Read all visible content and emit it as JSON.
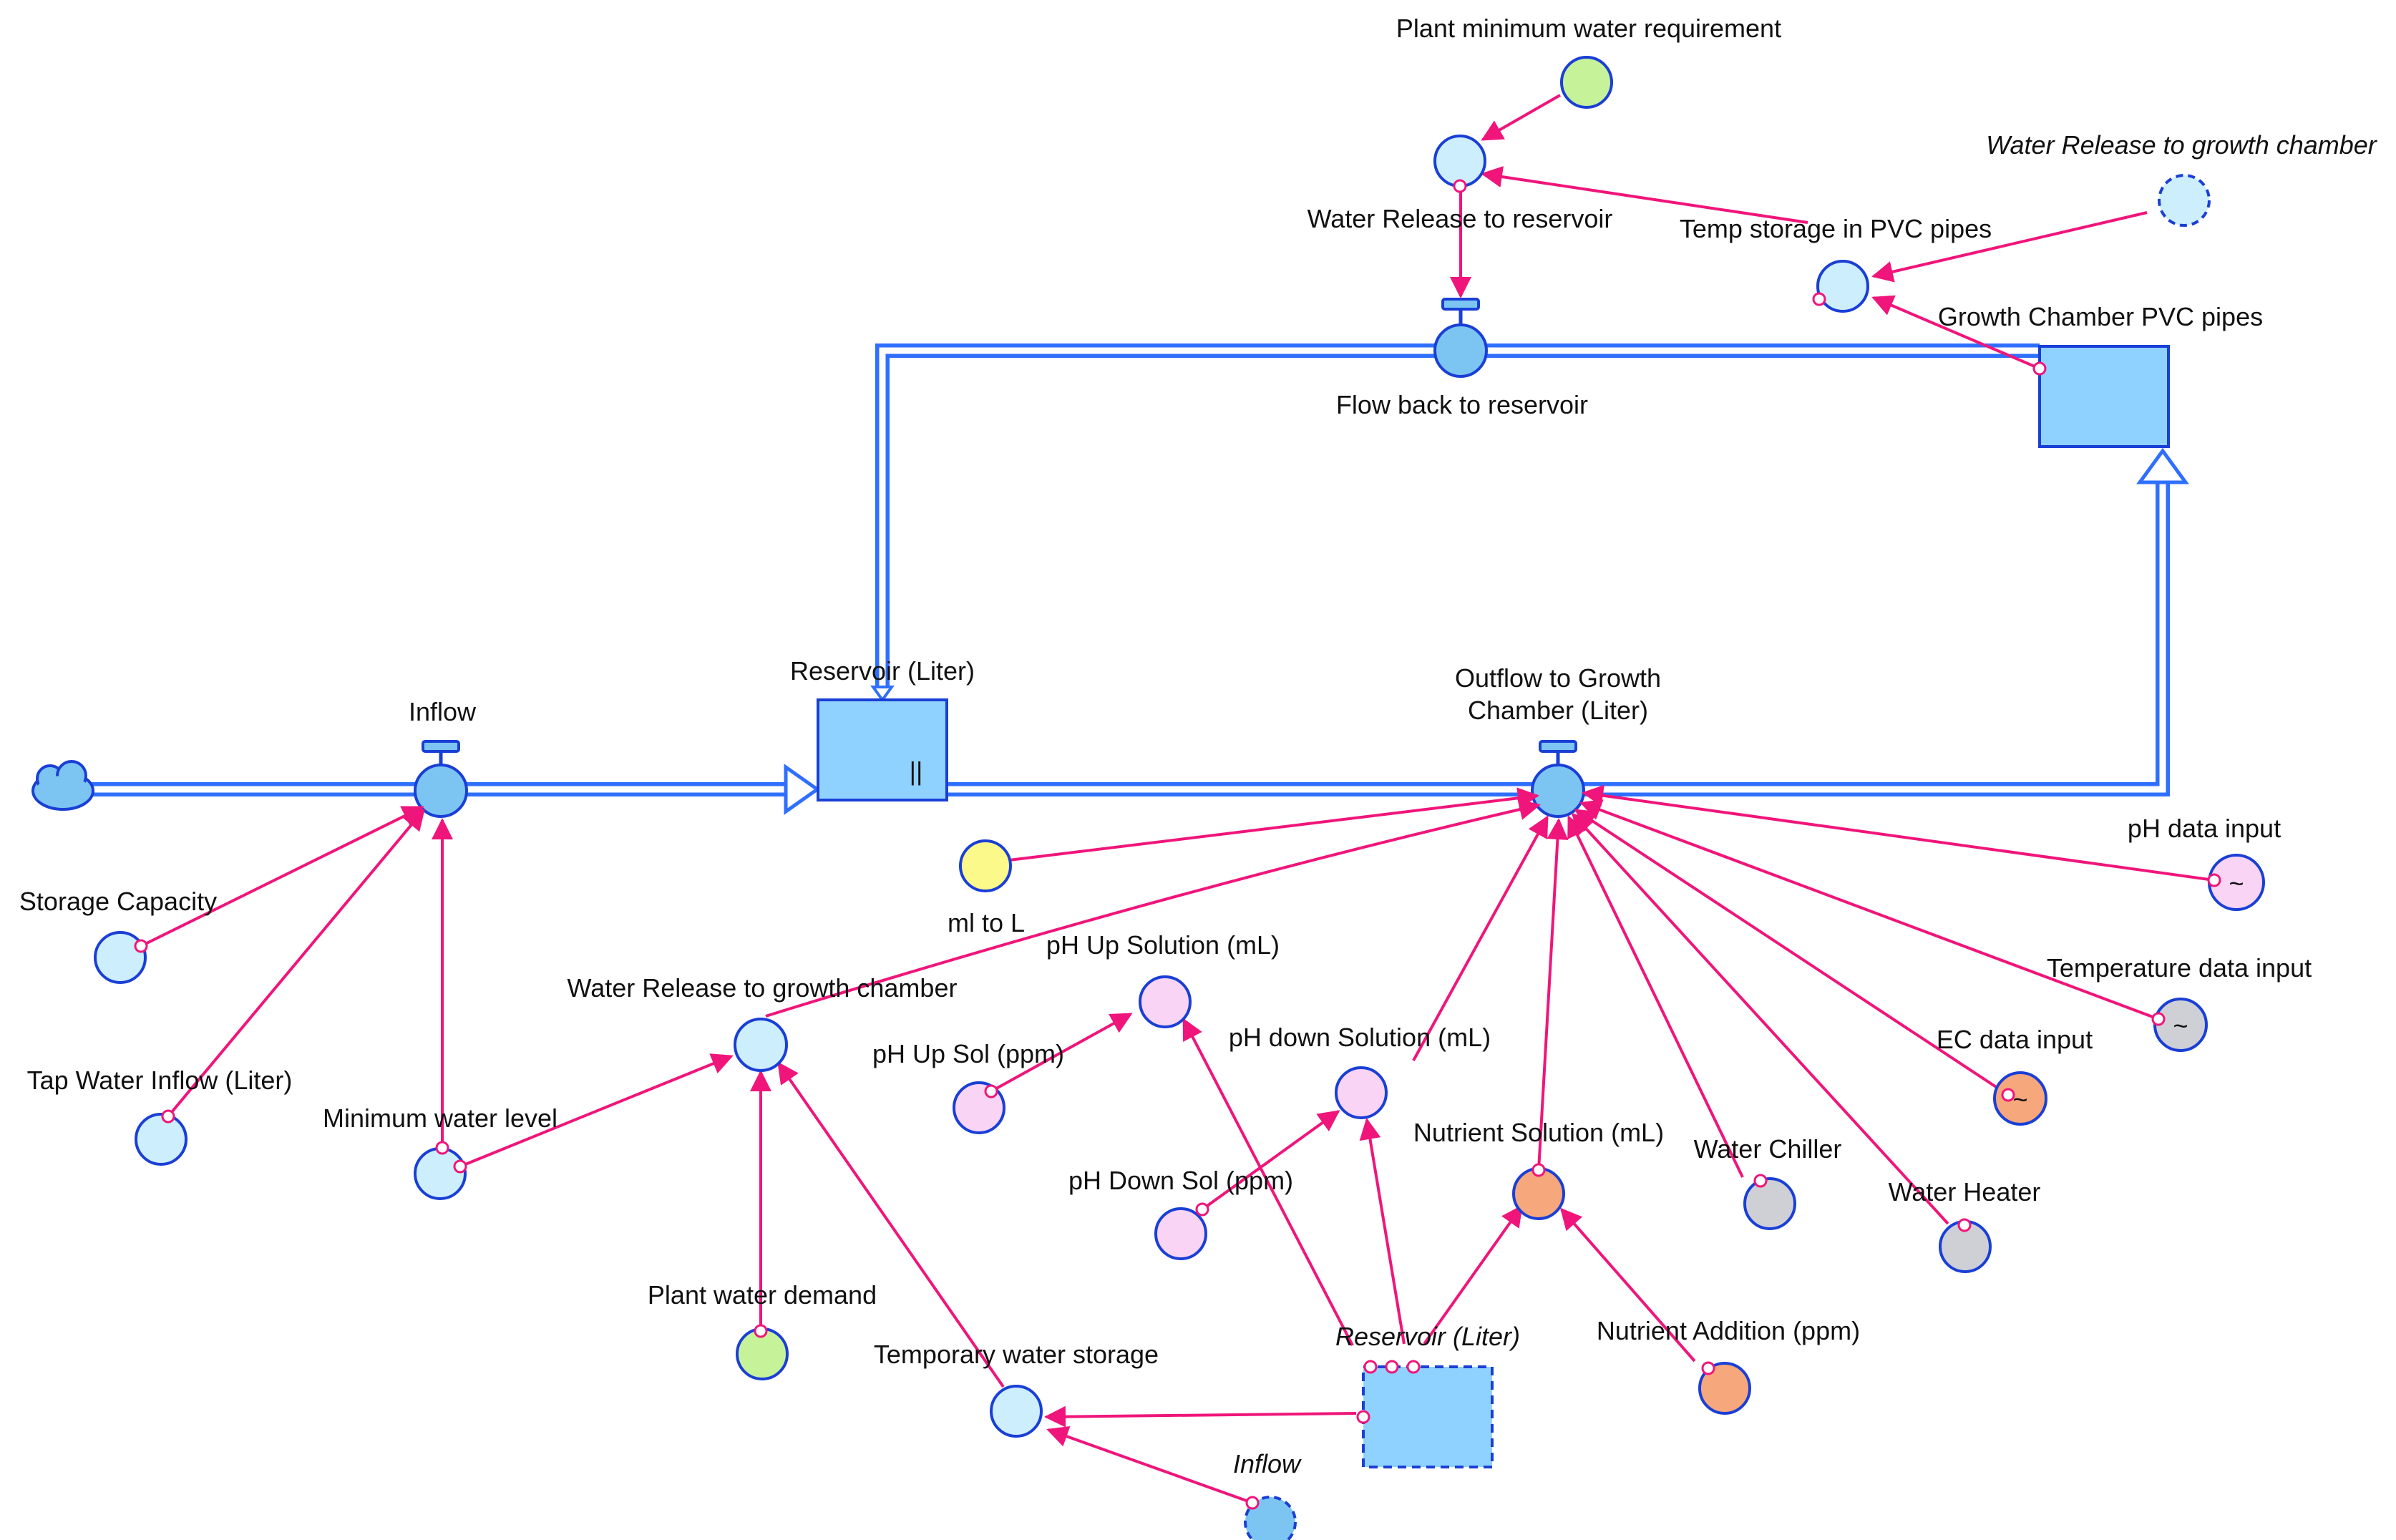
{
  "labels": {
    "plant_min_req": "Plant minimum water requirement",
    "water_release_gc_ghost": "Water Release to growth chamber",
    "water_release_reservoir": "Water Release to reservoir",
    "temp_storage_pvc": "Temp storage in PVC pipes",
    "growth_chamber_pvc": "Growth Chamber PVC pipes",
    "flow_back": "Flow back to reservoir",
    "reservoir": "Reservoir (Liter)",
    "outflow_line1": "Outflow to Growth",
    "outflow_line2": "Chamber (Liter)",
    "inflow": "Inflow",
    "ph_data": "pH data input",
    "ml_to_l": "ml to L",
    "storage_capacity": "Storage Capacity",
    "ph_up_solution": "pH Up Solution (mL)",
    "water_release_gc": "Water Release to growth chamber",
    "temperature_data": "Temperature data input",
    "ph_up_sol": "pH Up Sol (ppm)",
    "ph_down_solution": "pH down Solution (mL)",
    "ec_data": "EC data input",
    "tap_water": "Tap Water Inflow (Liter)",
    "minimum_water": "Minimum water level",
    "nutrient_solution": "Nutrient Solution (mL)",
    "water_chiller": "Water Chiller",
    "ph_down_sol": "pH Down Sol (ppm)",
    "water_heater": "Water Heater",
    "plant_water_demand": "Plant water demand",
    "reservoir_ghost": "Reservoir (Liter)",
    "nutrient_addition": "Nutrient Addition (ppm)",
    "temporary_storage": "Temporary water storage",
    "inflow_ghost": "Inflow"
  },
  "stock_marker": "||",
  "graph_marker": "~",
  "colors": {
    "pipe": "#2f6fff",
    "link": "#f0157a",
    "border": "#1a3fd6",
    "stock_fill": "#8fd2ff",
    "light_blue": "#cdeefc",
    "light_pink": "#f9d4f4",
    "lime": "#c6f29a",
    "yellow": "#fbf98a",
    "orange": "#f7a77c",
    "gray": "#cfcfd6"
  }
}
